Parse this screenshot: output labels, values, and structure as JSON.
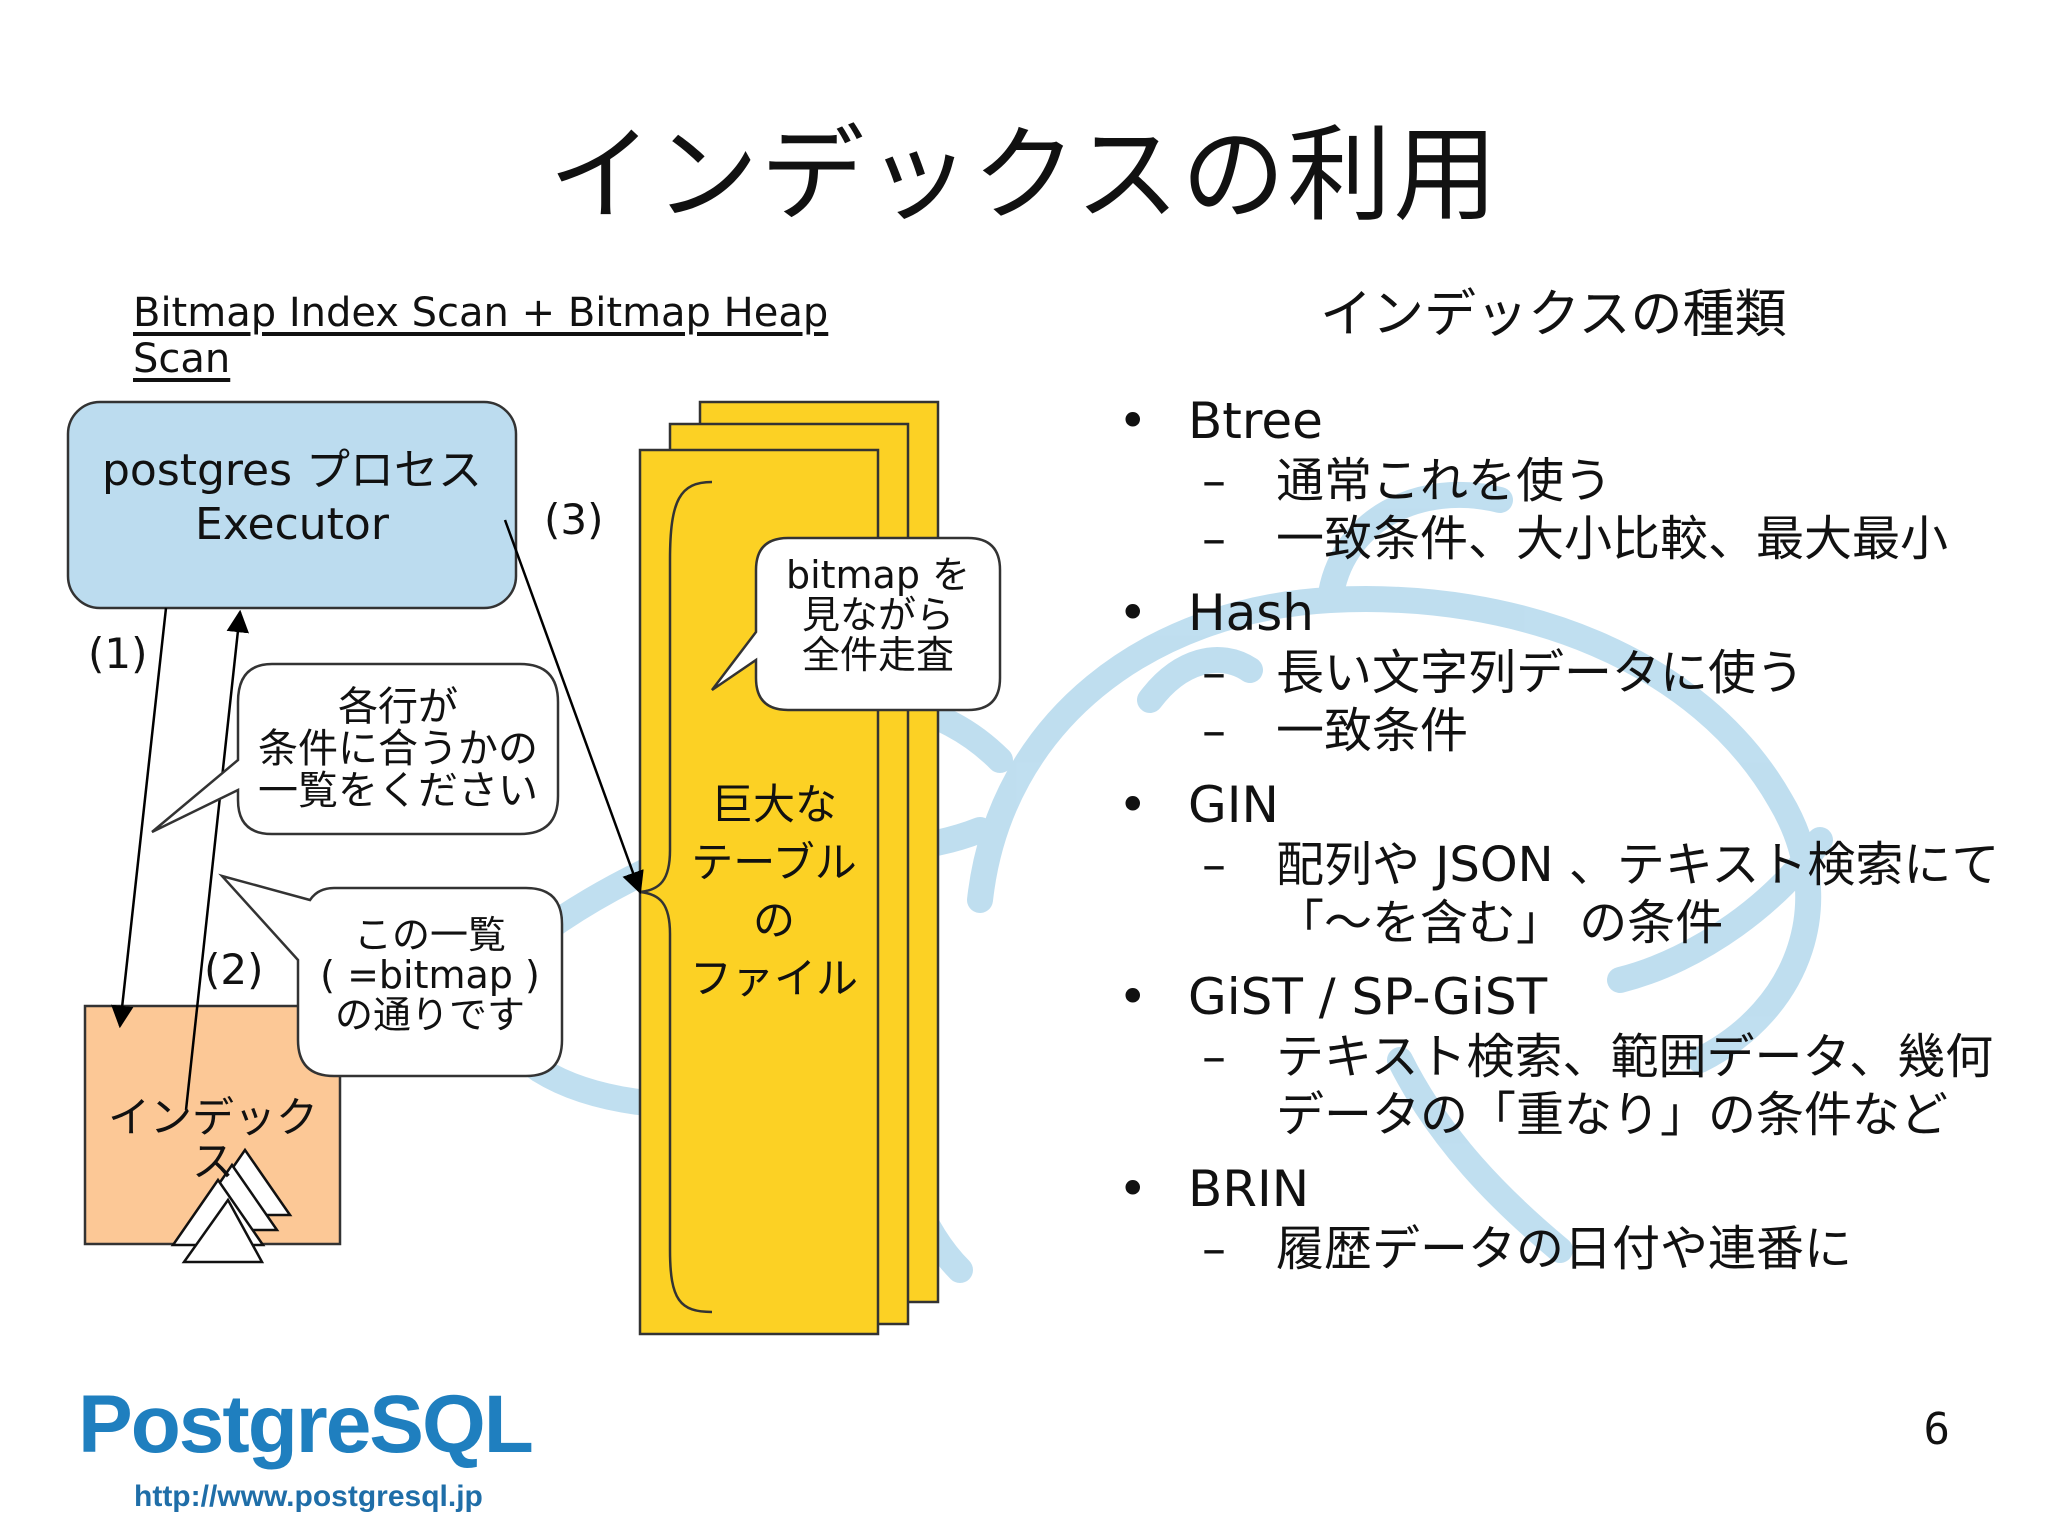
{
  "title": "インデックスの利用",
  "subtitle": "Bitmap Index Scan + Bitmap Heap Scan",
  "diagram": {
    "process_box": {
      "line1": "postgres プロセス",
      "line2": "Executor"
    },
    "step1": "(1)",
    "step2": "(2)",
    "step3": "(3)",
    "callout_request": [
      "各行が",
      "条件に合うかの",
      "一覧をください"
    ],
    "callout_reply": [
      "この一覧",
      "( =bitmap )",
      "の通りです"
    ],
    "callout_scan": [
      "bitmap を",
      "見ながら",
      "全件走査"
    ],
    "index_box_label": "インデックス",
    "table_label": [
      "巨大な",
      "テーブル",
      "の",
      "ファイル"
    ]
  },
  "index_types": {
    "heading": "インデックスの種類",
    "items": [
      {
        "name": "Btree",
        "notes": [
          "通常これを使う",
          "一致条件、大小比較、最大最小"
        ]
      },
      {
        "name": "Hash",
        "notes": [
          "長い文字列データに使う",
          "一致条件"
        ]
      },
      {
        "name": "GIN",
        "notes": [
          "配列や JSON 、テキスト検索にて",
          "「～を含む」 の条件"
        ]
      },
      {
        "name": "GiST / SP-GiST",
        "notes": [
          "テキスト検索、範囲データ、幾何",
          "データの「重なり」の条件など"
        ]
      },
      {
        "name": "BRIN",
        "notes": [
          "履歴データの日付や連番に"
        ]
      }
    ]
  },
  "footer": {
    "logo": "PostgreSQL",
    "url": "http://www.postgresql.jp",
    "page_number": "6"
  },
  "colors": {
    "process_box_fill": "#bcdcef",
    "index_box_fill": "#fcc896",
    "table_fill": "#fcd124",
    "watermark": "#b9dbee",
    "logo_blue": "#1f7fbf"
  },
  "icons": [
    "elephant-watermark",
    "index-tree-icon"
  ]
}
